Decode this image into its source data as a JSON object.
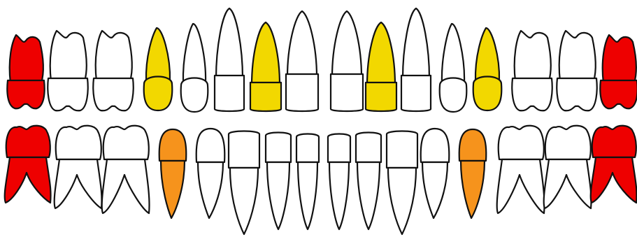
{
  "palette": {
    "healthy": "#ffffff",
    "wisdom": "#ee0000",
    "upper-highlight": "#f2d800",
    "lower-highlight": "#f6931c",
    "outline": "#111111"
  },
  "upper_teeth": [
    {
      "id": "u1",
      "type": "wisdom-molar",
      "status": "wisdom"
    },
    {
      "id": "u2",
      "type": "molar",
      "status": "healthy"
    },
    {
      "id": "u3",
      "type": "molar",
      "status": "healthy"
    },
    {
      "id": "u4",
      "type": "premolar",
      "status": "upper-highlight"
    },
    {
      "id": "u5",
      "type": "premolar",
      "status": "healthy"
    },
    {
      "id": "u6",
      "type": "canine",
      "status": "healthy"
    },
    {
      "id": "u7",
      "type": "incisor",
      "status": "upper-highlight"
    },
    {
      "id": "u8",
      "type": "incisor",
      "status": "healthy"
    },
    {
      "id": "u9",
      "type": "incisor",
      "status": "healthy"
    },
    {
      "id": "u10",
      "type": "incisor",
      "status": "upper-highlight"
    },
    {
      "id": "u11",
      "type": "canine",
      "status": "healthy"
    },
    {
      "id": "u12",
      "type": "premolar",
      "status": "healthy"
    },
    {
      "id": "u13",
      "type": "premolar",
      "status": "upper-highlight"
    },
    {
      "id": "u14",
      "type": "molar",
      "status": "healthy"
    },
    {
      "id": "u15",
      "type": "molar",
      "status": "healthy"
    },
    {
      "id": "u16",
      "type": "wisdom-molar",
      "status": "wisdom"
    }
  ],
  "lower_teeth": [
    {
      "id": "l1",
      "type": "wisdom-molar",
      "status": "wisdom"
    },
    {
      "id": "l2",
      "type": "molar",
      "status": "healthy"
    },
    {
      "id": "l3",
      "type": "molar",
      "status": "healthy"
    },
    {
      "id": "l4",
      "type": "premolar",
      "status": "lower-highlight"
    },
    {
      "id": "l5",
      "type": "premolar",
      "status": "healthy"
    },
    {
      "id": "l6",
      "type": "canine",
      "status": "healthy"
    },
    {
      "id": "l7",
      "type": "incisor",
      "status": "healthy"
    },
    {
      "id": "l8",
      "type": "incisor",
      "status": "healthy"
    },
    {
      "id": "l9",
      "type": "incisor",
      "status": "healthy"
    },
    {
      "id": "l10",
      "type": "incisor",
      "status": "healthy"
    },
    {
      "id": "l11",
      "type": "canine",
      "status": "healthy"
    },
    {
      "id": "l12",
      "type": "premolar",
      "status": "healthy"
    },
    {
      "id": "l13",
      "type": "premolar",
      "status": "lower-highlight"
    },
    {
      "id": "l14",
      "type": "molar",
      "status": "healthy"
    },
    {
      "id": "l15",
      "type": "molar",
      "status": "healthy"
    },
    {
      "id": "l16",
      "type": "wisdom-molar",
      "status": "wisdom"
    }
  ]
}
